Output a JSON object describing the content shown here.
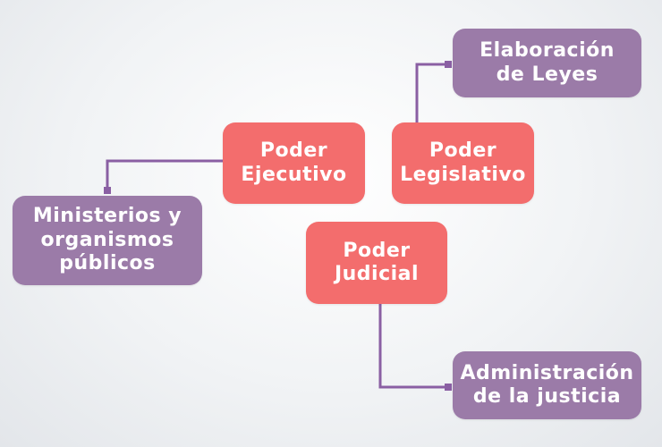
{
  "diagram": {
    "colors": {
      "branch_box": "#f36d6d",
      "function_box": "#9b7ba8",
      "connector": "#8a5fa3",
      "text": "#ffffff"
    },
    "nodes": {
      "ejecutivo": "Poder\nEjecutivo",
      "legislativo": "Poder\nLegislativo",
      "judicial": "Poder\nJudicial",
      "ministerios": "Ministerios y\norganismos\npúblicos",
      "leyes": "Elaboración\nde Leyes",
      "justicia": "Administración\nde la justicia"
    },
    "edges": [
      {
        "from": "ejecutivo",
        "to": "ministerios"
      },
      {
        "from": "legislativo",
        "to": "leyes"
      },
      {
        "from": "judicial",
        "to": "justicia"
      }
    ]
  }
}
